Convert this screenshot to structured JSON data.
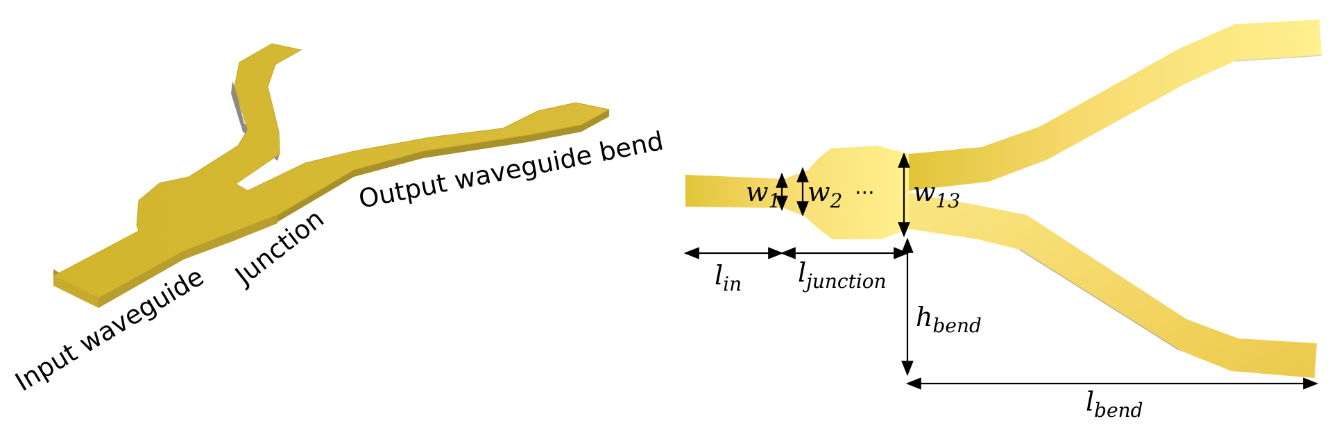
{
  "labels_3d": {
    "input": "Input waveguide",
    "junction": "Junction",
    "output": "Output waveguide bend"
  },
  "dims": {
    "w1": {
      "main": "w",
      "sub": "1"
    },
    "w2": {
      "main": "w",
      "sub": "2"
    },
    "ellipsis": "···",
    "w13": {
      "main": "w",
      "sub": "13"
    },
    "l_in": {
      "main": "l",
      "sub": "in"
    },
    "l_junction": {
      "main": "l",
      "sub": "junction"
    },
    "h_bend": {
      "main": "h",
      "sub": "bend"
    },
    "l_bend": {
      "main": "l",
      "sub": "bend"
    }
  },
  "colors": {
    "gold_top": "#d4b732",
    "gold_side": "#a8912a",
    "gold_dark": "#8a7520",
    "plan_light": "#fff08a",
    "plan_dark": "#e2c43a",
    "arrow": "#000000"
  }
}
